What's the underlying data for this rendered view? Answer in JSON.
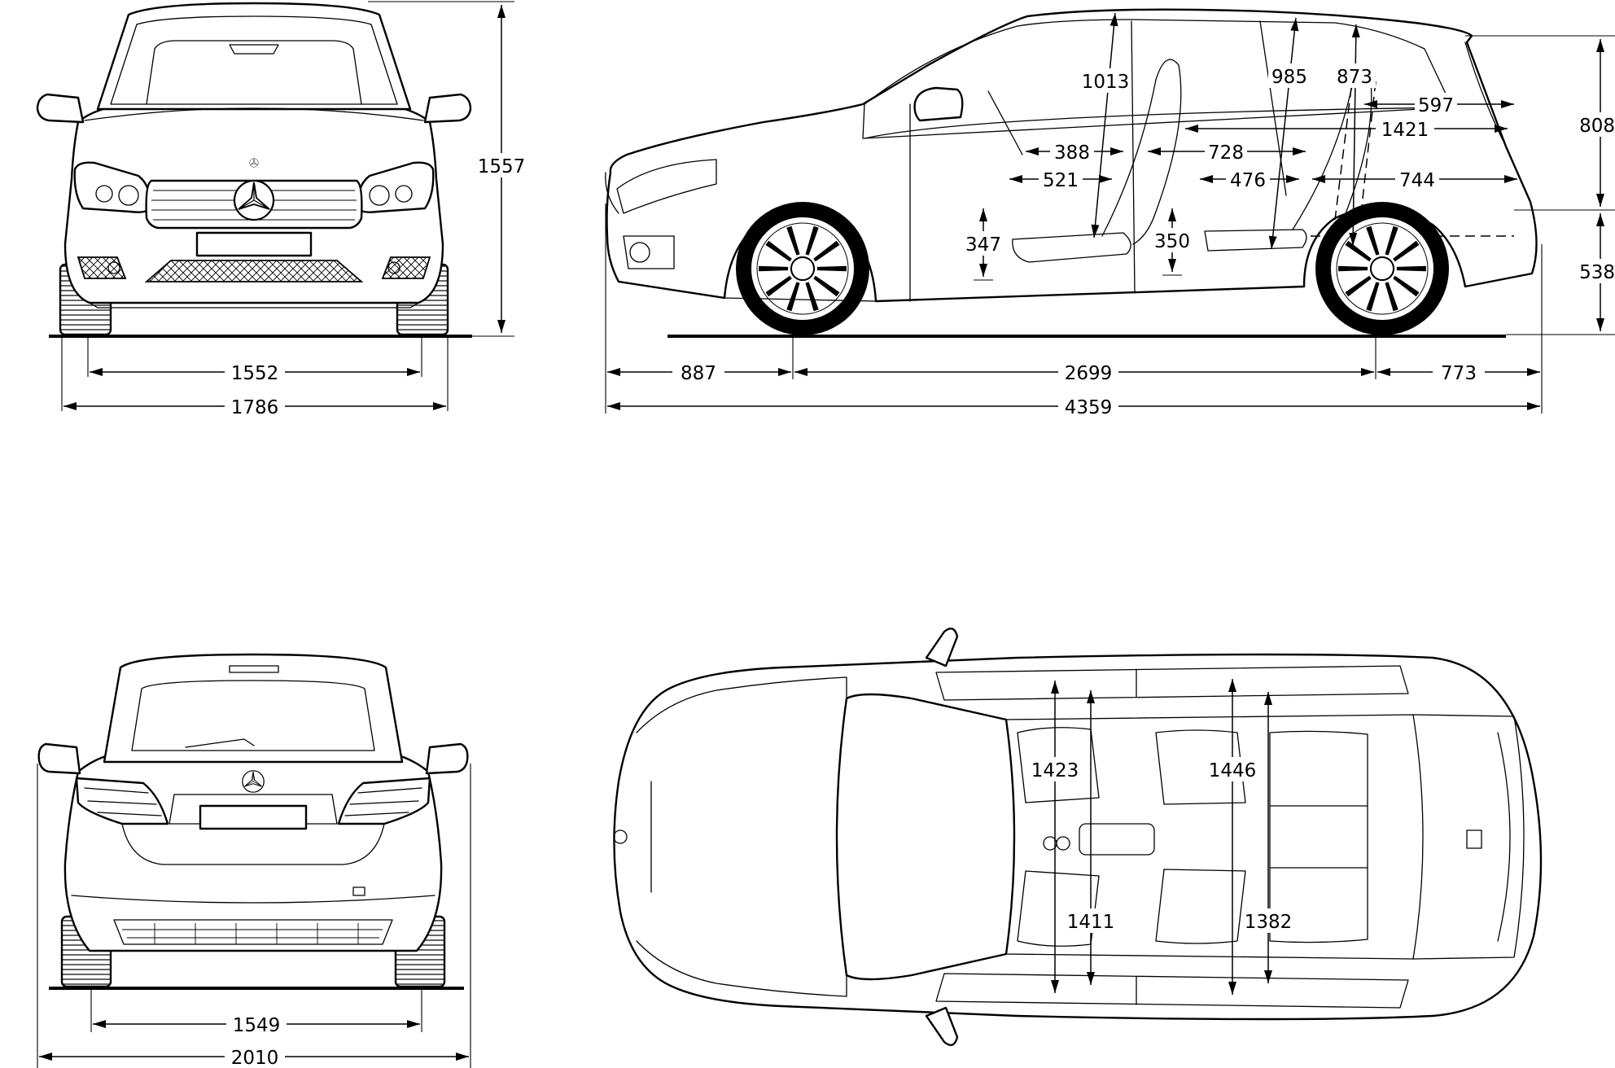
{
  "front_view": {
    "track_front": "1552",
    "width_body": "1786",
    "height": "1557"
  },
  "side_view": {
    "front_overhang": "887",
    "wheelbase": "2699",
    "rear_overhang": "773",
    "length": "4359",
    "front_headroom": "1013",
    "rear_headroom": "985",
    "rear_headroom_2": "873",
    "trunk_top_length": "597",
    "cargo_length_folded": "1421",
    "front_seat_to_pedal": "388",
    "rear_legroom": "728",
    "front_seat_depth": "521",
    "rear_seat_depth": "476",
    "trunk_floor_length": "744",
    "front_seat_height": "347",
    "rear_seat_height": "350",
    "window_line_height": "808",
    "sill_height": "538"
  },
  "rear_view": {
    "track_rear": "1549",
    "width_mirrors": "2010"
  },
  "top_view": {
    "front_shoulder_width": "1423",
    "front_hip_width": "1411",
    "rear_shoulder_width": "1446",
    "rear_hip_width": "1382"
  },
  "icons": [
    "star-emblem-icon"
  ]
}
